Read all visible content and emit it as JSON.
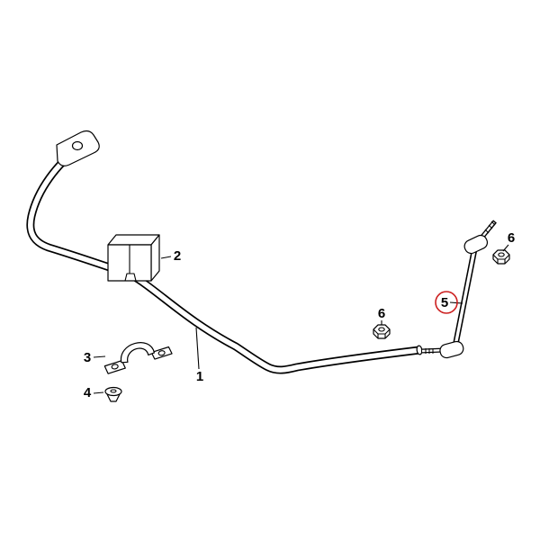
{
  "figure": {
    "background_color": "#ffffff",
    "line_color": "#000000",
    "highlight_color": "#cc1f1f",
    "callouts": {
      "c1": "1",
      "c2": "2",
      "c3": "3",
      "c4": "4",
      "c5": "5",
      "c6_middle": "6",
      "c6_top": "6"
    }
  }
}
